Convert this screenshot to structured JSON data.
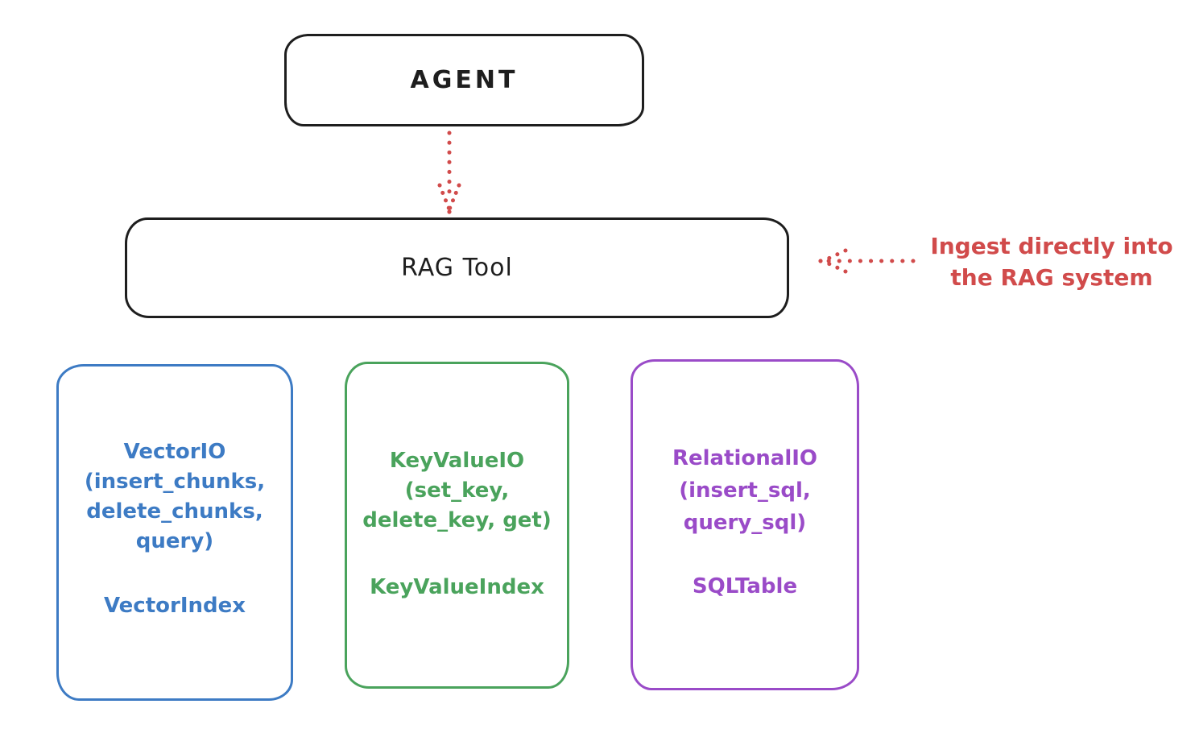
{
  "colors": {
    "ink": "#1e1e1e",
    "annotation_red": "#d14b4b",
    "vector_blue": "#3d7bc4",
    "keyvalue_green": "#4aa35c",
    "relational_purple": "#9a4bc8",
    "background": "#ffffff"
  },
  "agent": {
    "label": "AGENT"
  },
  "rag_tool": {
    "label": "RAG Tool"
  },
  "annotation": {
    "line1": "Ingest directly into",
    "line2": "the RAG system"
  },
  "backends": [
    {
      "name": "vector-io",
      "color": "#3d7bc4",
      "lines": [
        "VectorIO",
        "(insert_chunks,",
        "delete_chunks,",
        "query)"
      ],
      "index": "VectorIndex"
    },
    {
      "name": "keyvalue-io",
      "color": "#4aa35c",
      "lines": [
        "KeyValueIO",
        "(set_key,",
        "delete_key, get)"
      ],
      "index": "KeyValueIndex"
    },
    {
      "name": "relational-io",
      "color": "#9a4bc8",
      "lines": [
        "RelationalIO",
        "(insert_sql,",
        "query_sql)"
      ],
      "index": "SQLTable"
    }
  ]
}
